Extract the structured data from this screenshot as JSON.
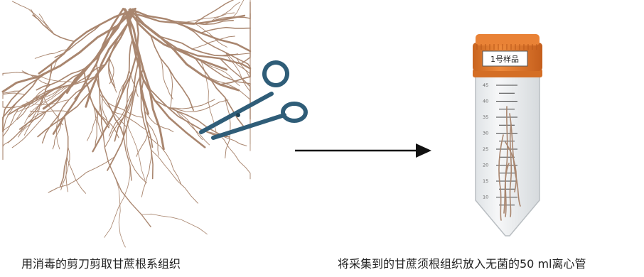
{
  "tube": {
    "label": "1号样品",
    "graduations": [
      "45",
      "40",
      "35",
      "30",
      "25",
      "20",
      "15",
      "10"
    ]
  },
  "captions": {
    "left": "用消毒的剪刀剪取甘蔗根系组织",
    "right": "将采集到的甘蔗须根组织放入无菌的50 ml离心管"
  },
  "colors": {
    "root": "#a9866f",
    "scissors": "#2f5d78",
    "cap": "#e07b30",
    "arrow": "#111111"
  }
}
